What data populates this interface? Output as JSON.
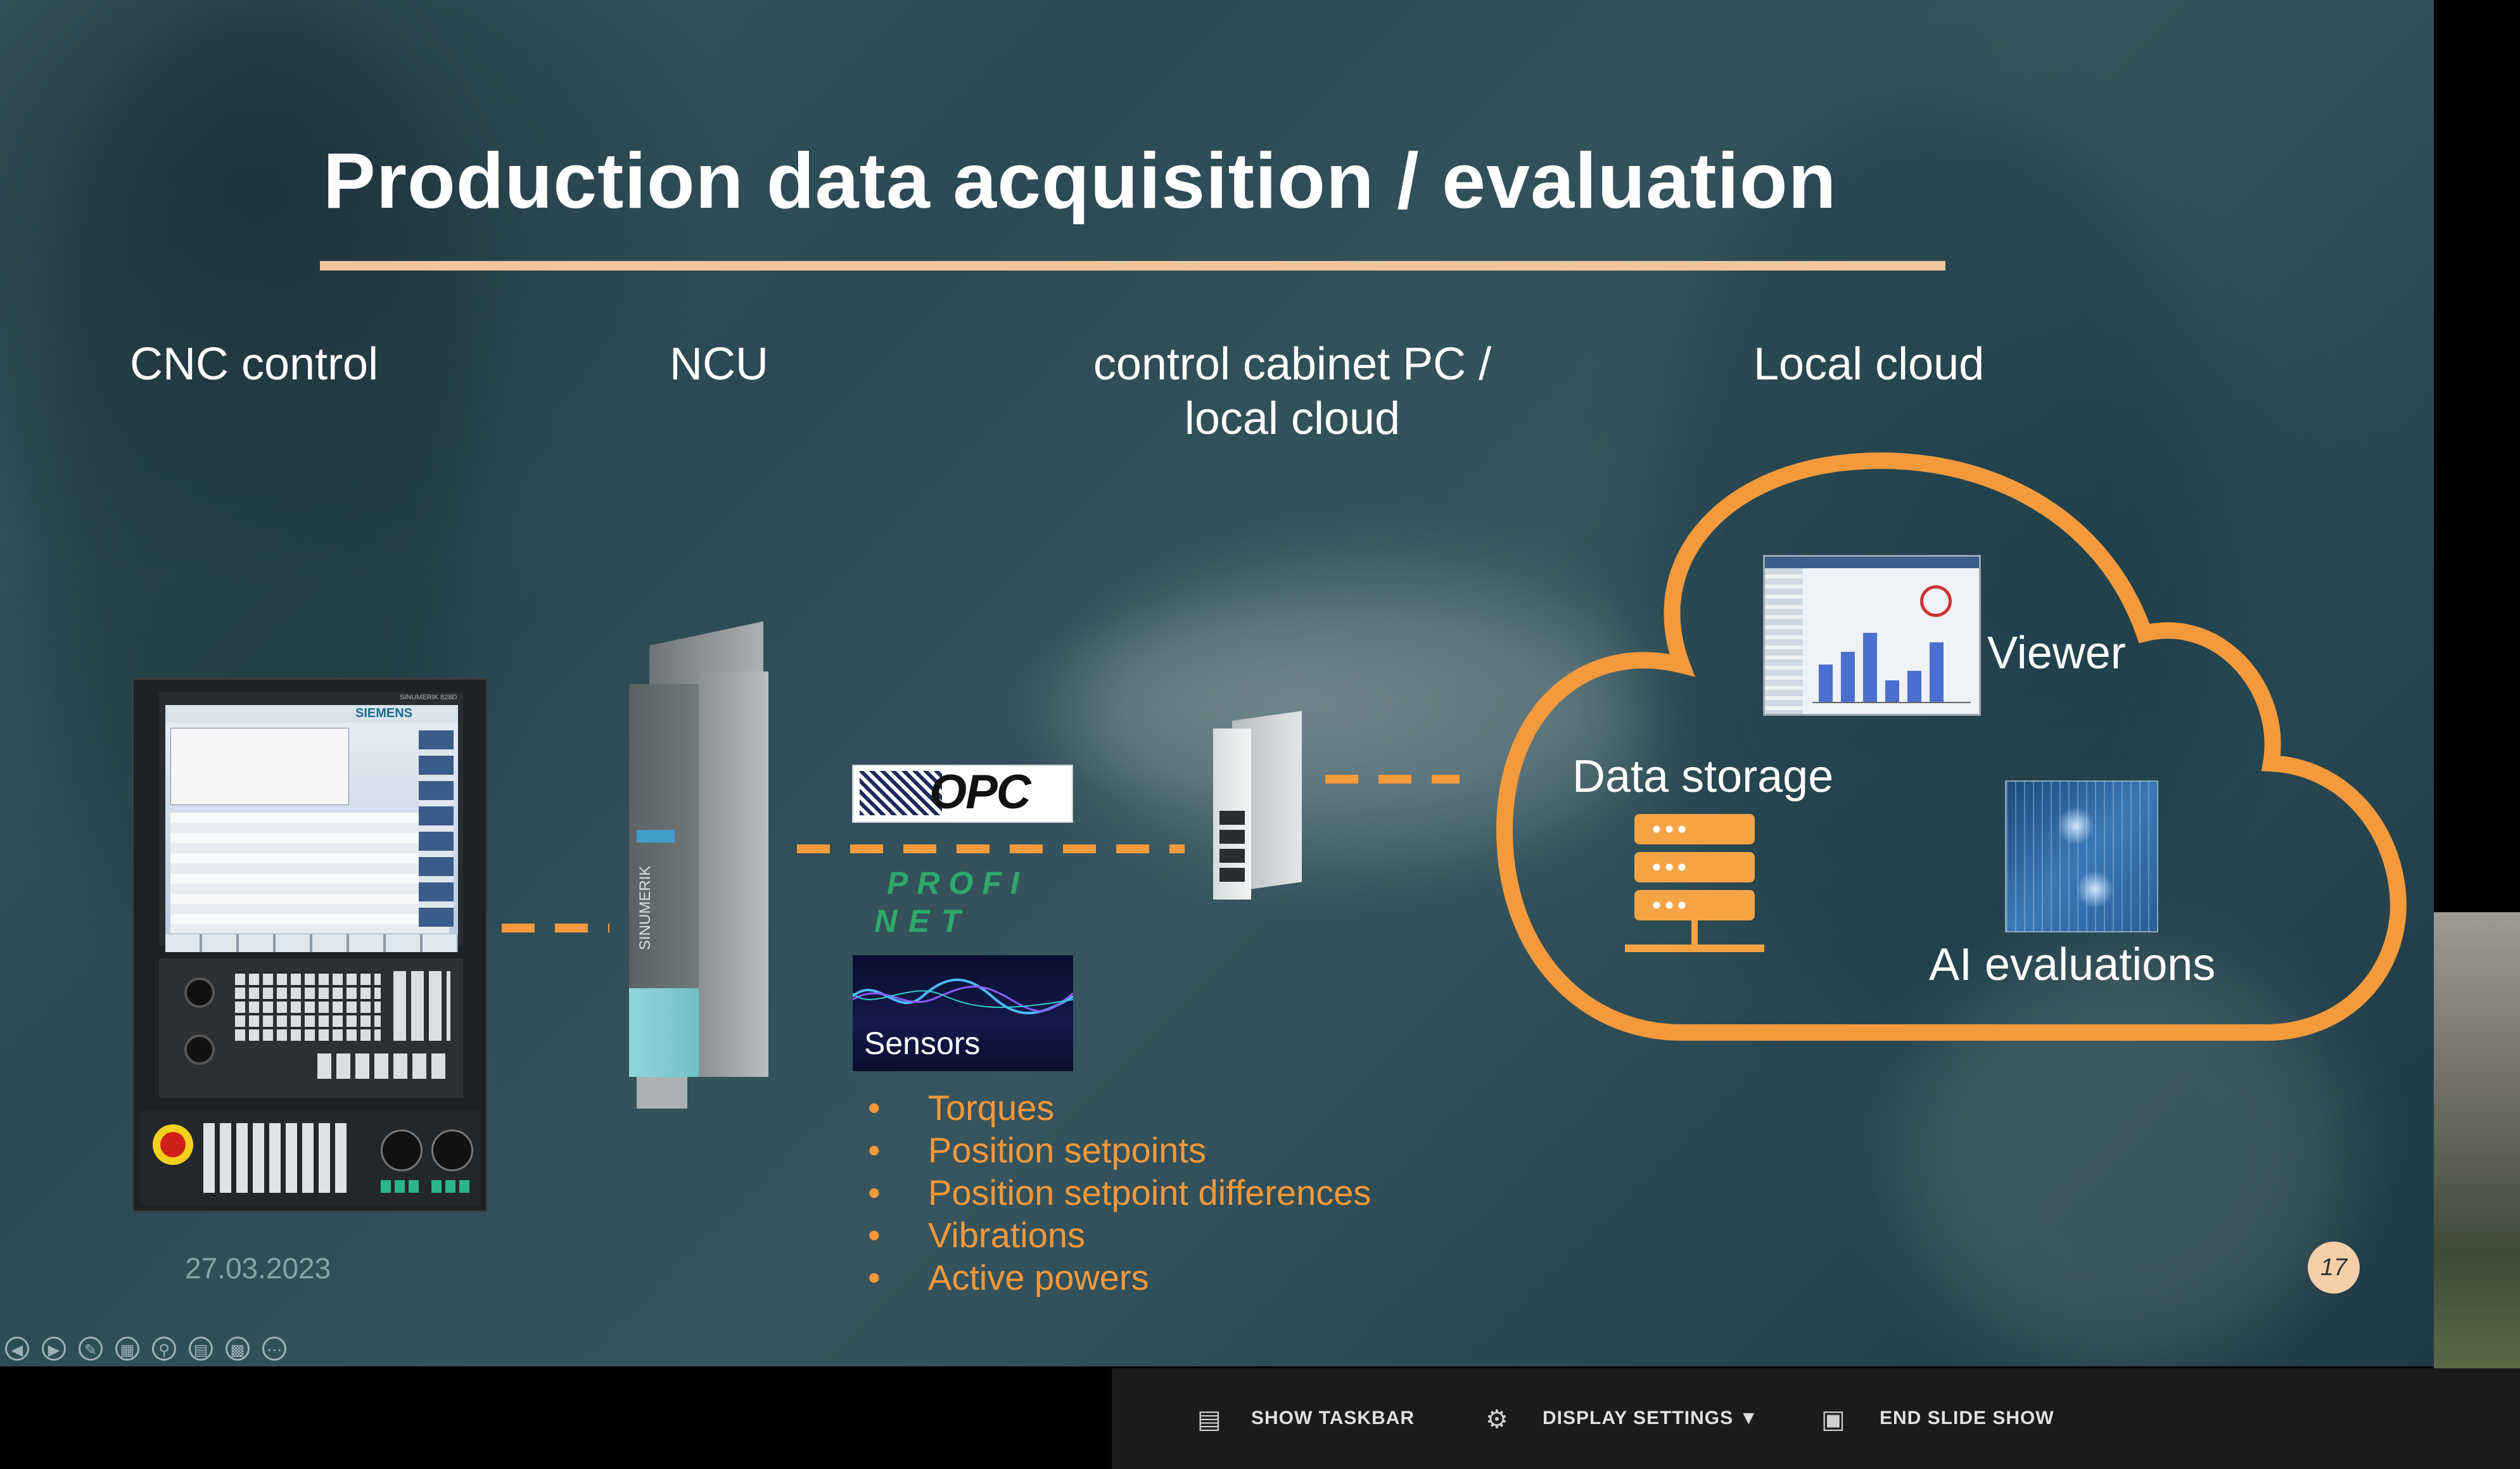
{
  "slide": {
    "title": "Production data acquisition / evaluation",
    "columns": {
      "cnc": "CNC control",
      "ncu": "NCU",
      "cabinet_line1": "control cabinet PC /",
      "cabinet_line2": "local cloud",
      "cloud": "Local cloud"
    },
    "cnc_panel": {
      "brand": "SIEMENS",
      "model": "SINUMERIK 828D"
    },
    "ncu_device": {
      "label": "SINUMERIK"
    },
    "protocols": {
      "opc": "OPC",
      "profinet_line1": "PROFI",
      "profinet_line2": "NET"
    },
    "sensors_label": "Sensors",
    "cloud": {
      "viewer": "Viewer",
      "data_storage": "Data storage",
      "ai": "AI evaluations"
    },
    "bullets": [
      "Torques",
      "Position setpoints",
      "Position setpoint differences",
      "Vibrations",
      "Active powers"
    ],
    "date": "27.03.2023",
    "page_number": "17"
  },
  "taskbar": {
    "show_taskbar": "SHOW TASKBAR",
    "display_settings": "DISPLAY SETTINGS ▼",
    "end_slide_show": "END SLIDE SHOW"
  },
  "colors": {
    "accent": "#f59a3c",
    "rule": "#f0c79a",
    "text": "#ffffff"
  }
}
